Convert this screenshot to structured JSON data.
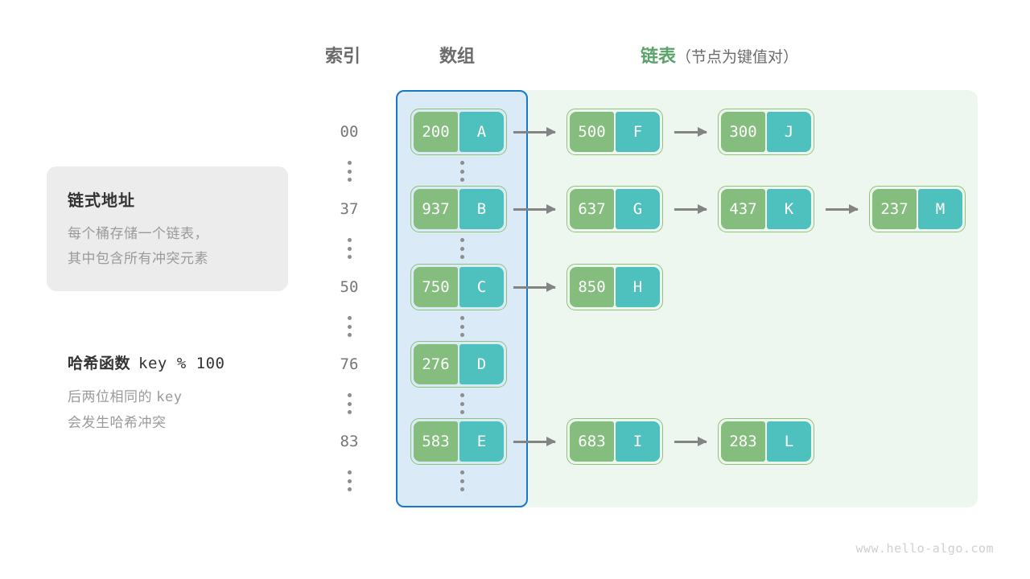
{
  "headers": {
    "index": "索引",
    "array": "数组",
    "list_main": "链表",
    "list_sub": "（节点为键值对）"
  },
  "info_card": {
    "title": "链式地址",
    "line1": "每个桶存储一个链表，",
    "line2": "其中包含所有冲突元素"
  },
  "hash_note": {
    "title": "哈希函数",
    "formula": "key % 100",
    "line1_prefix": "后两位相同的 ",
    "line1_mono": "key",
    "line2": "会发生哈希冲突"
  },
  "colors": {
    "key_cell": "#84bd7d",
    "value_cell": "#4ec0bd",
    "node_border": "#8cc474",
    "array_column_fill": "#dbeaf7",
    "array_column_border": "#1877c9",
    "list_region_fill": "#eef7ef",
    "arrow": "#848484",
    "accent_green_text": "#5aa469",
    "card_fill": "#ececec"
  },
  "buckets": [
    {
      "index": "00",
      "nodes": [
        {
          "key": "200",
          "value": "A"
        },
        {
          "key": "500",
          "value": "F"
        },
        {
          "key": "300",
          "value": "J"
        }
      ]
    },
    {
      "index": "37",
      "nodes": [
        {
          "key": "937",
          "value": "B"
        },
        {
          "key": "637",
          "value": "G"
        },
        {
          "key": "437",
          "value": "K"
        },
        {
          "key": "237",
          "value": "M"
        }
      ]
    },
    {
      "index": "50",
      "nodes": [
        {
          "key": "750",
          "value": "C"
        },
        {
          "key": "850",
          "value": "H"
        }
      ]
    },
    {
      "index": "76",
      "nodes": [
        {
          "key": "276",
          "value": "D"
        }
      ]
    },
    {
      "index": "83",
      "nodes": [
        {
          "key": "583",
          "value": "E"
        },
        {
          "key": "683",
          "value": "I"
        },
        {
          "key": "283",
          "value": "L"
        }
      ]
    }
  ],
  "ellipsis_rows": 5,
  "watermark": "www.hello-algo.com"
}
